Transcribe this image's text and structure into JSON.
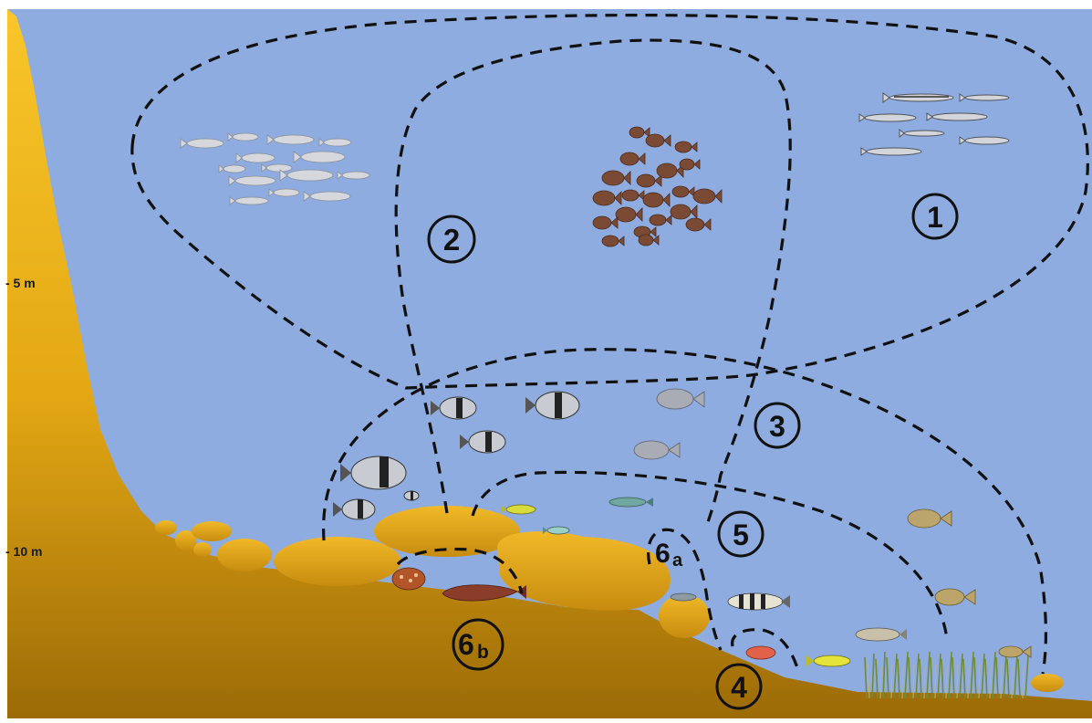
{
  "depth_scale": {
    "labels": [
      "- 5 m",
      "- 10 m"
    ]
  },
  "zones": [
    {
      "id": "zone-1",
      "label": "1"
    },
    {
      "id": "zone-2",
      "label": "2"
    },
    {
      "id": "zone-3",
      "label": "3"
    },
    {
      "id": "zone-4",
      "label": "4"
    },
    {
      "id": "zone-5",
      "label": "5"
    },
    {
      "id": "zone-6a",
      "label": "6",
      "sub": "a"
    },
    {
      "id": "zone-6b",
      "label": "6",
      "sub": "b"
    }
  ],
  "colors": {
    "water": "#8eacdf",
    "sand_top": "#f5c32a",
    "sand_bottom": "#a8700a",
    "rock": "#e4a81a",
    "zone_line": "#111111"
  }
}
